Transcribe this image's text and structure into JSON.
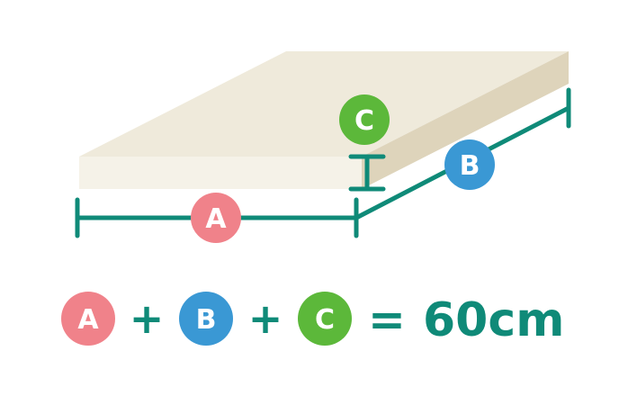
{
  "colors": {
    "background": "#ffffff",
    "slab_top": "#efeadb",
    "slab_front": "#f5f2e8",
    "slab_side": "#ded4bb",
    "measure_line": "#0f8a78",
    "badge_a": "#f0828a",
    "badge_b": "#3a98d4",
    "badge_c": "#5cb83a",
    "badge_text": "#ffffff"
  },
  "labels": {
    "a": "A",
    "b": "B",
    "c": "C"
  },
  "formula": {
    "plus_1": "+",
    "plus_2": "+",
    "equals": "=",
    "result": "60cm"
  }
}
